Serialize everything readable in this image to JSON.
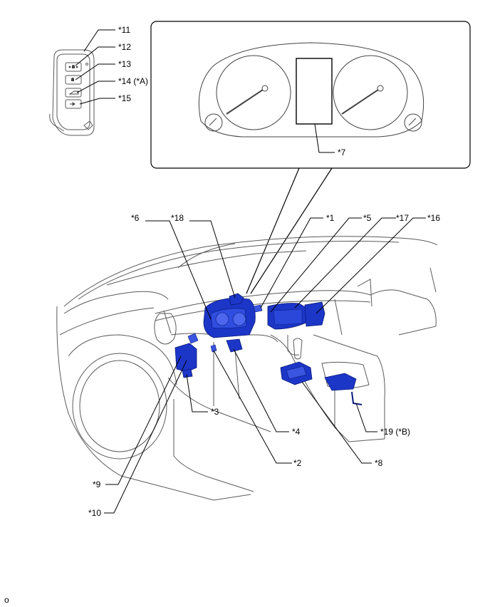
{
  "labels": {
    "p1": "*1",
    "p2": "*2",
    "p3": "*3",
    "p4": "*4",
    "p5": "*5",
    "p6": "*6",
    "p7": "*7",
    "p8": "*8",
    "p9": "*9",
    "p10": "*10",
    "p11": "*11",
    "p12": "*12",
    "p13": "*13",
    "p14": "*14 (*A)",
    "p15": "*15",
    "p16": "*16",
    "p17": "*17",
    "p18": "*18",
    "p19": "*19 (*B)"
  },
  "footer_code": "o"
}
